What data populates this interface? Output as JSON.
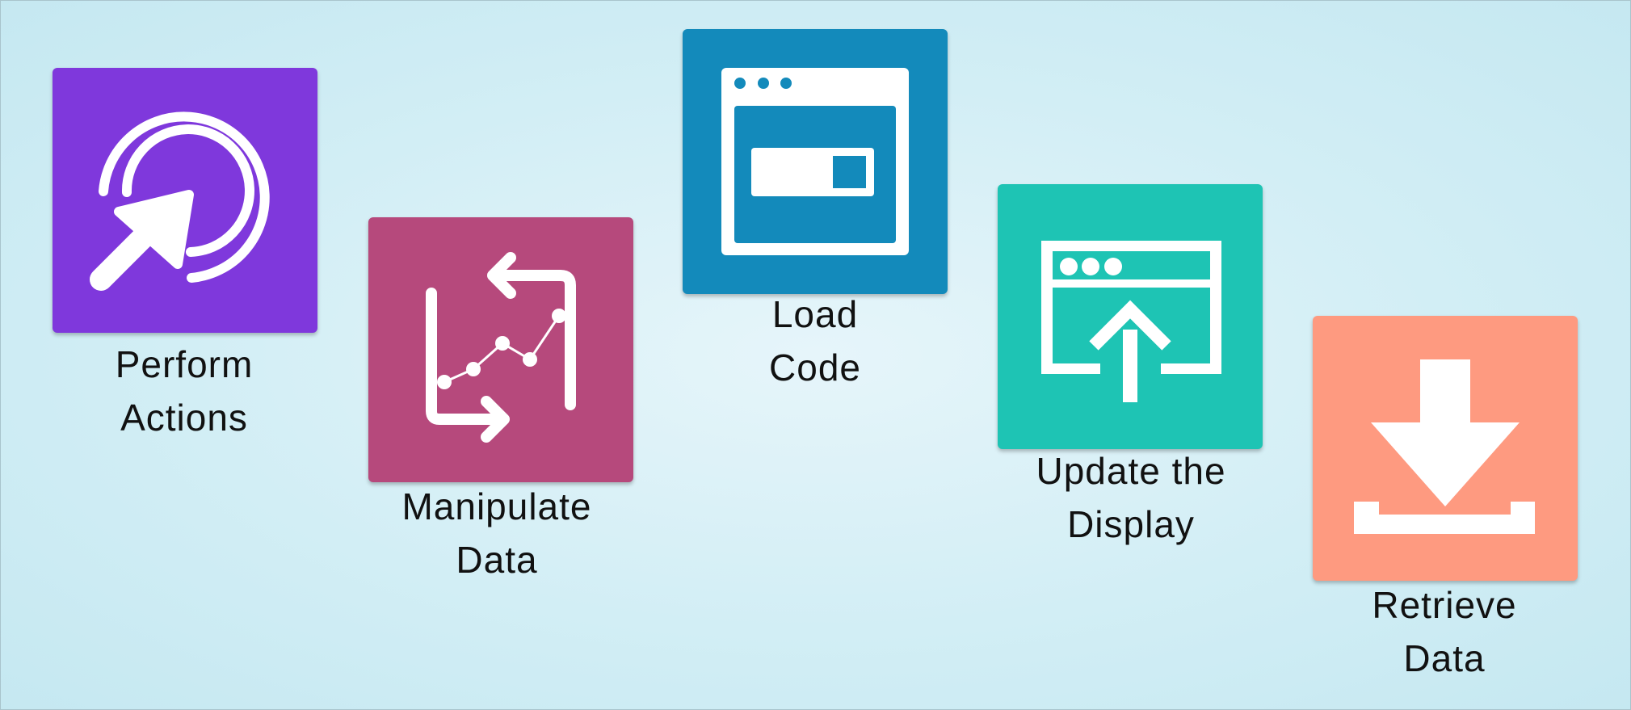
{
  "steps": [
    {
      "line1": "Perform",
      "line2": "Actions",
      "icon": "touch-tap-icon",
      "color": "#7f38dc"
    },
    {
      "line1": "Manipulate",
      "line2": "Data",
      "icon": "data-transform-icon",
      "color": "#b6497c"
    },
    {
      "line1": "Load",
      "line2": "Code",
      "icon": "browser-window-icon",
      "color": "#138abb"
    },
    {
      "line1": "Update the",
      "line2": "Display",
      "icon": "browser-upload-icon",
      "color": "#1ec4b4"
    },
    {
      "line1": "Retrieve",
      "line2": "Data",
      "icon": "download-icon",
      "color": "#fe9a80"
    }
  ]
}
